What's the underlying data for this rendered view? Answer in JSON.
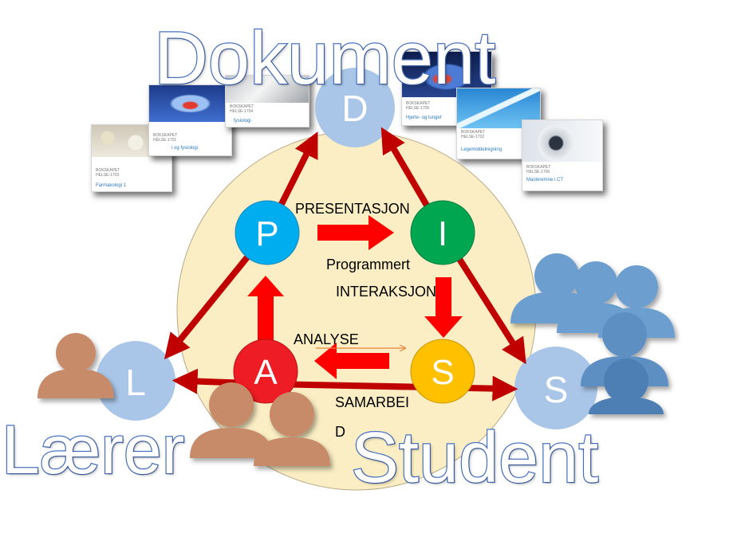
{
  "titles": {
    "dokument": "Dokument",
    "laerer": "Lærer",
    "student": "Student"
  },
  "nodes": {
    "d": "D",
    "l": "L",
    "s_student": "S",
    "p": "P",
    "i": "I",
    "a": "A",
    "s_inner": "S"
  },
  "labels": {
    "presentasjon": "PRESENTASJON",
    "programmert": "Programmert",
    "interaksjon": "INTERAKSJON",
    "analyse": "ANALYSE",
    "samarbeid_line1": "SAMARBEI",
    "samarbeid_line2": "D"
  },
  "cards": [
    {
      "meta1": "BOKSKAPET",
      "meta2": "HELSE-1703",
      "title": "Farmakologi 1"
    },
    {
      "meta1": "BOKSKAPET",
      "meta2": "HELSE-1701",
      "title": "i og fysiologi"
    },
    {
      "meta1": "BOKSKAPET",
      "meta2": "HELSE-1704",
      "title": "fysiologi"
    },
    {
      "meta1": "BOKSKAPET",
      "meta2": "HELSE-1705",
      "title": "Hjerte- og lungef"
    },
    {
      "meta1": "BOKSKAPET",
      "meta2": "HELSE-1702",
      "title": "Legemiddelregning"
    },
    {
      "meta1": "BOKSKAPET",
      "meta2": "HELSE-1706",
      "title": "Masteremne i CT"
    }
  ],
  "colors": {
    "red_arrow": "#d40000",
    "node_p": "#00aeef",
    "node_i": "#00a650",
    "node_a": "#ee1c24",
    "node_s_inner": "#ffc000",
    "outer_node": "#a9c6e8",
    "inner_circle": "#fbeec4",
    "title_stroke": "#4a74c2",
    "teacher": "#c88b6a",
    "student_people": "#6c9fd0"
  }
}
